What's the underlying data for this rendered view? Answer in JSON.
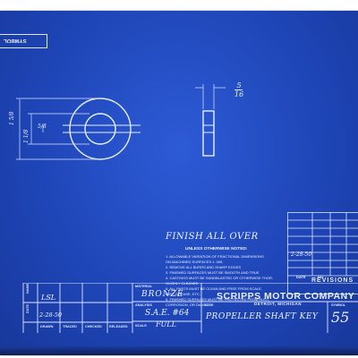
{
  "drawing": {
    "symbol_tab": "SYMBOL",
    "dim_thickness_num": "5",
    "dim_thickness_den": "16",
    "dim_outer": "1 5/8",
    "dim_hole": "5/8",
    "dim_inner": "1 1/8"
  },
  "notes": {
    "finish": "FINISH ALL OVER",
    "unless": "UNLESS OTHERWISE NOTED:",
    "lines": [
      "1. ALLOWABLE VARIATION OF FRACTIONAL DIMENSIONS",
      "   ON MACHINED SURFACES ± .008",
      "2. REMOVE ALL BURRS AND SHARP EDGES",
      "3. FINISHED SURFACES MUST BE SMOOTH AND TRUE",
      "4. CASTINGS MUST BE SANDBLASTED OR OTHERWISE THOR-",
      "   OUGHLY CLEANED",
      "5. ALL PARTS MUST BE CLEAN AND FREE FROM SCALE,",
      "   DIRT, GREASE, ETC.",
      "6. FINISHED SURFACES MUST BE PROTECTED FROM RUST,",
      "   CORROSION, OR DAMAGE"
    ]
  },
  "revisions": {
    "date_entry": "2-28-50",
    "col_date": "DATE",
    "col_no": "NO.",
    "title": "REVISIONS"
  },
  "title_block": {
    "company": "SCRIPPS MOTOR COMPANY",
    "city": "DETROIT, MICHIGAN",
    "label_material": "MATERIAL",
    "material": "BRONZE",
    "label_analysis": "ANALYSIS",
    "analysis": "S.A.E. #64",
    "label_scale": "SCALE",
    "scale": "FULL",
    "label_title": "TITLE",
    "part_title": "PROPELLER SHAFT KEY",
    "label_symbol": "SYMBOL",
    "symbol": "55",
    "label_name": "NAME",
    "drawn_by": "LSL",
    "label_date": "DATE",
    "date": "2-28-50",
    "label_drawn": "DRAWN",
    "label_traced": "TRACED",
    "label_checked": "CHECKED",
    "label_released": "RELEASED"
  }
}
